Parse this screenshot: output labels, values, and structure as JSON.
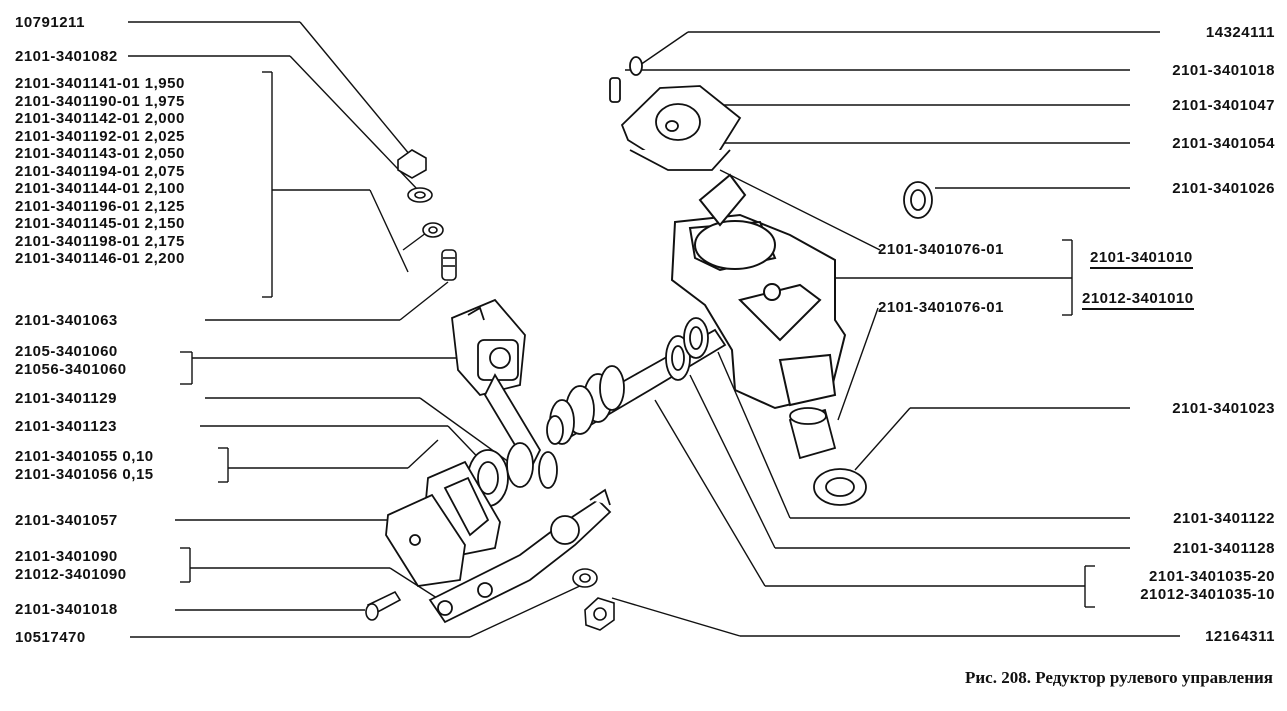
{
  "figure": {
    "caption": "Рис. 208. Редуктор рулевого управления",
    "left_labels": {
      "nut": "10791211",
      "washer": "2101-3401082",
      "shim_group": [
        "2101-3401141-01 1,950",
        "2101-3401190-01 1,975",
        "2101-3401142-01 2,000",
        "2101-3401192-01 2,025",
        "2101-3401143-01 2,050",
        "2101-3401194-01 2,075",
        "2101-3401144-01 2,100",
        "2101-3401196-01 2,125",
        "2101-3401145-01 2,150",
        "2101-3401198-01 2,175",
        "2101-3401146-01 2,200"
      ],
      "adjust_screw": "2101-3401063",
      "shaft_group": [
        "2105-3401060",
        "21056-3401060"
      ],
      "bushing": "2101-3401129",
      "seal": "2101-3401123",
      "gasket_group": [
        "2101-3401055 0,10",
        "2101-3401056 0,15"
      ],
      "cover": "2101-3401057",
      "arm_group": [
        "2101-3401090",
        "21012-3401090"
      ],
      "bolt": "2101-3401018",
      "lock_washer": "10517470"
    },
    "right_labels": {
      "top_nut": "14324111",
      "top_bolt": "2101-3401018",
      "top_cover": "2101-3401047",
      "top_gasket": "2101-3401054",
      "oil_seal": "2101-3401026",
      "housing_label_1": "2101-3401076-01",
      "housing_label_2": "2101-3401076-01",
      "assembly_1": "2101-3401010",
      "assembly_2": "21012-3401010",
      "bushing_right": "2101-3401023",
      "bearing_122": "2101-3401122",
      "bearing_128": "2101-3401128",
      "worm_group": [
        "2101-3401035-20",
        "21012-3401035-10"
      ],
      "end_nut": "12164311"
    }
  }
}
